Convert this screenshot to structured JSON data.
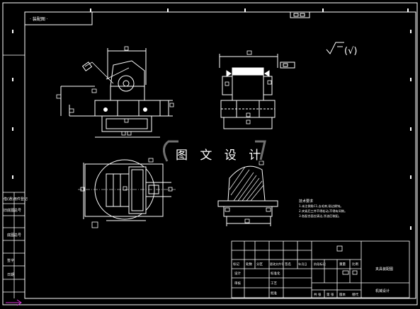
{
  "frame": {
    "top_left_box_text": "· 装配图 ·",
    "left_column_labels": [
      "借(通)用件登记",
      "旧底图总号",
      "底图总号",
      "签字",
      "日期"
    ]
  },
  "surface_finish_note": "(√)",
  "watermark": "图 文 设 计",
  "technical_requirements": {
    "heading": "技术要求",
    "lines": [
      "1.未注倒角C1,去毛刺,锐边倒钝。",
      "2.夹紧后工件不得松动,不得有间隙。",
      "3.各配合面应清洁,涂油后装配。"
    ]
  },
  "title_block": {
    "left_table_labels": [
      "标记",
      "处数",
      "分区",
      "更改文件号",
      "签名",
      "年月日",
      "设计",
      "标准化",
      "审核",
      "工艺",
      "批准"
    ],
    "middle_labels": [
      "阶段标记",
      "重量",
      "比例"
    ],
    "right_top": "夹具装配图",
    "right_bottom": "机械设计",
    "bottom_labels": [
      "共 张",
      "第 张",
      "版本",
      "替代"
    ]
  }
}
